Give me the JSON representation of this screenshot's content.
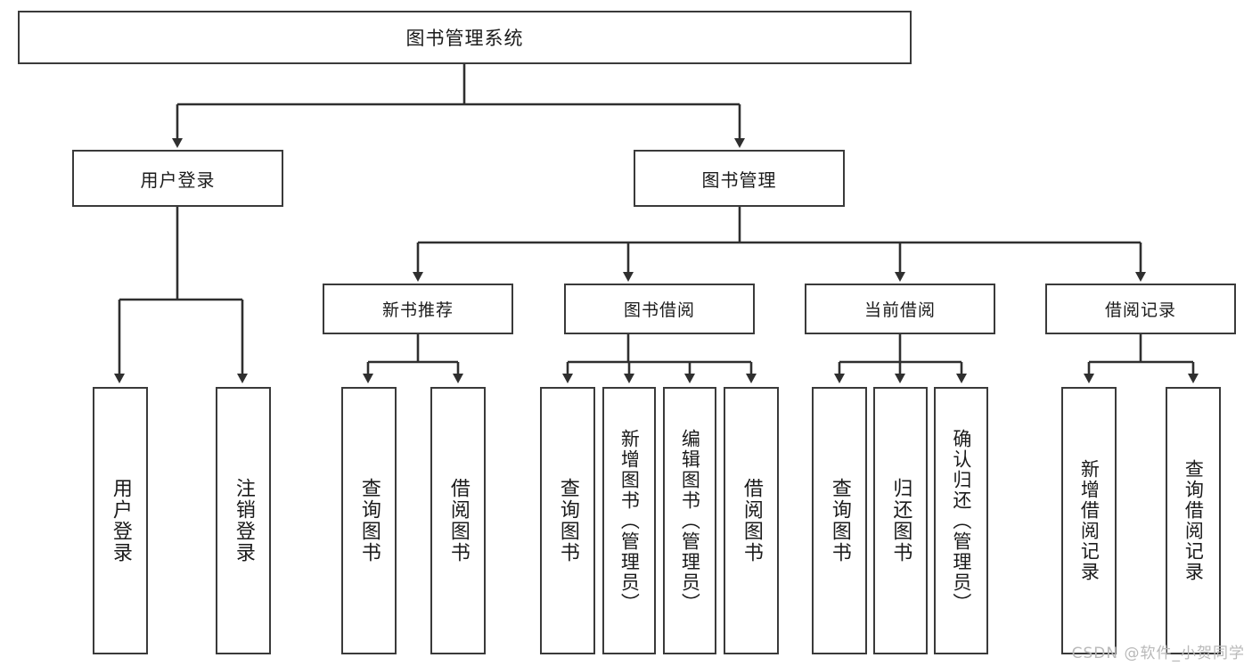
{
  "diagram": {
    "type": "tree-hierarchy",
    "title": "图书管理系统",
    "root": {
      "label": "图书管理系统"
    },
    "level2": [
      {
        "id": "user-login",
        "label": "用户登录"
      },
      {
        "id": "book-manage",
        "label": "图书管理"
      }
    ],
    "level3": [
      {
        "id": "new-book-recommend",
        "label": "新书推荐"
      },
      {
        "id": "book-borrow",
        "label": "图书借阅"
      },
      {
        "id": "current-borrow",
        "label": "当前借阅"
      },
      {
        "id": "borrow-record",
        "label": "借阅记录"
      }
    ],
    "leaves": {
      "user_login": [
        {
          "id": "leaf-user-login",
          "label": "用户登录"
        },
        {
          "id": "leaf-logout-login",
          "label": "注销登录"
        }
      ],
      "new_book_recommend": [
        {
          "id": "leaf-query-book-1",
          "label": "查询图书"
        },
        {
          "id": "leaf-borrow-book-1",
          "label": "借阅图书"
        }
      ],
      "book_borrow": [
        {
          "id": "leaf-query-book-2",
          "label": "查询图书"
        },
        {
          "id": "leaf-add-book",
          "label": "新增图书（管理员）"
        },
        {
          "id": "leaf-edit-book",
          "label": "编辑图书（管理员）"
        },
        {
          "id": "leaf-borrow-book-2",
          "label": "借阅图书"
        }
      ],
      "current_borrow": [
        {
          "id": "leaf-query-book-3",
          "label": "查询图书"
        },
        {
          "id": "leaf-return-book",
          "label": "归还图书"
        },
        {
          "id": "leaf-confirm-return",
          "label": "确认归还（管理员）"
        }
      ],
      "borrow_record": [
        {
          "id": "leaf-add-record",
          "label": "新增借阅记录"
        },
        {
          "id": "leaf-query-record",
          "label": "查询借阅记录"
        }
      ]
    },
    "colors": {
      "box_border": "#3a3a3a",
      "box_fill": "#ffffff",
      "connector": "#2f2f2f",
      "text": "#1b1b1b",
      "watermark": "#b9b9b9"
    }
  },
  "watermark": {
    "text": "CSDN @软件_小贺同学"
  }
}
